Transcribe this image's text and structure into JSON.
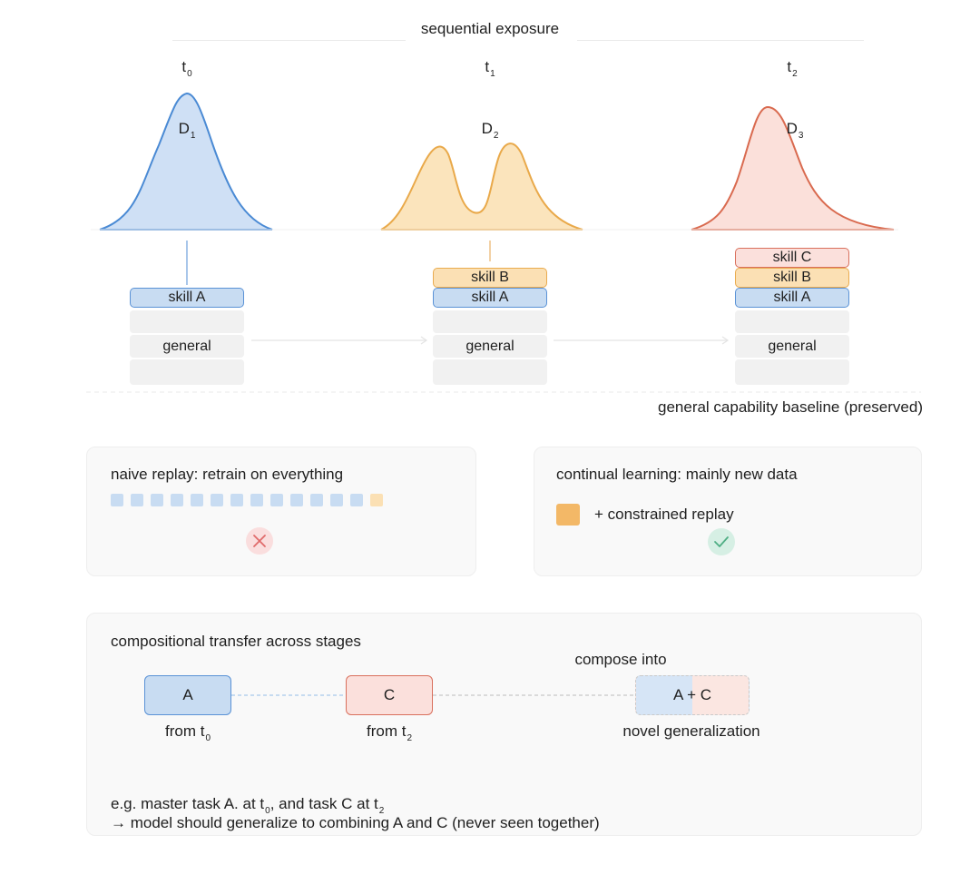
{
  "header": {
    "title": "sequential exposure"
  },
  "stages": [
    {
      "time": "t",
      "time_sub": "0",
      "dist": "D",
      "dist_sub": "1",
      "color": "#4a8ad4",
      "fill": "#cfe0f5",
      "skills": [
        "skill A"
      ],
      "base": "general"
    },
    {
      "time": "t",
      "time_sub": "1",
      "dist": "D",
      "dist_sub": "2",
      "color": "#e9a94a",
      "fill": "#fbe4bc",
      "skills": [
        "skill B",
        "skill A"
      ],
      "base": "general"
    },
    {
      "time": "t",
      "time_sub": "2",
      "dist": "D",
      "dist_sub": "3",
      "color": "#d96a4f",
      "fill": "#fbe0da",
      "skills": [
        "skill C",
        "skill B",
        "skill A"
      ],
      "base": "general"
    }
  ],
  "baseline_label": "general capability baseline (preserved)",
  "naive": {
    "title": "naive replay: retrain on everything",
    "old_squares": 13,
    "new_squares": 1,
    "status_icon": "x-icon",
    "status_color": "#e06a6a"
  },
  "continual": {
    "title": "continual learning: mainly new data",
    "legend": "+ constrained replay",
    "status_icon": "check-icon",
    "status_color": "#4fae84"
  },
  "compose": {
    "title": "compositional transfer across stages",
    "compose_into": "compose into",
    "box_a": "A",
    "box_c": "C",
    "box_ac": "A + C",
    "from_a": "from t",
    "from_a_sub": "0",
    "from_c": "from t",
    "from_c_sub": "2",
    "novel": "novel generalization",
    "note_1a": "e.g. master task A. at t",
    "note_1a_sub": "0",
    "note_1b": ", and task C at t",
    "note_1b_sub": "2",
    "note_2": "→ model should generalize to combining A and C (never seen together)"
  }
}
